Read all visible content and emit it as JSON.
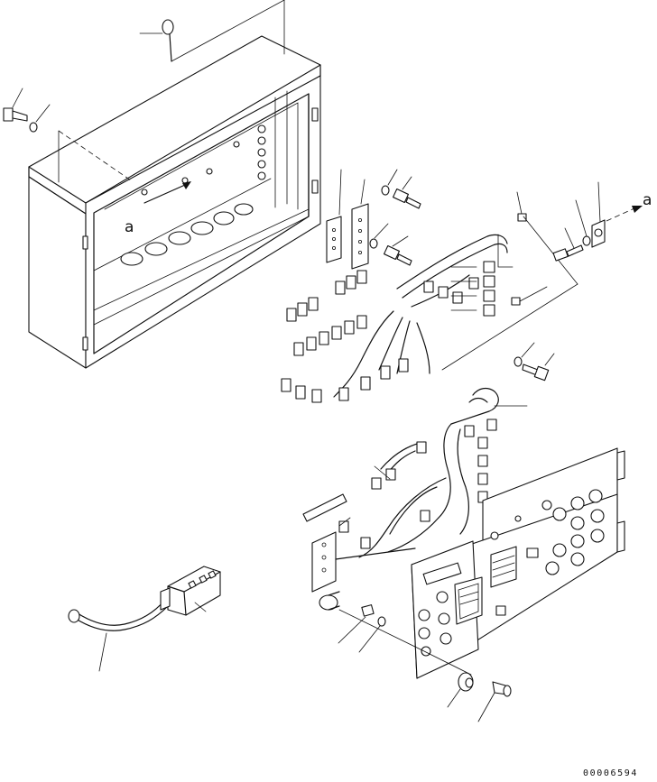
{
  "diagram": {
    "view_labels": [
      "a",
      "a"
    ],
    "drawing_number": "00006594"
  }
}
